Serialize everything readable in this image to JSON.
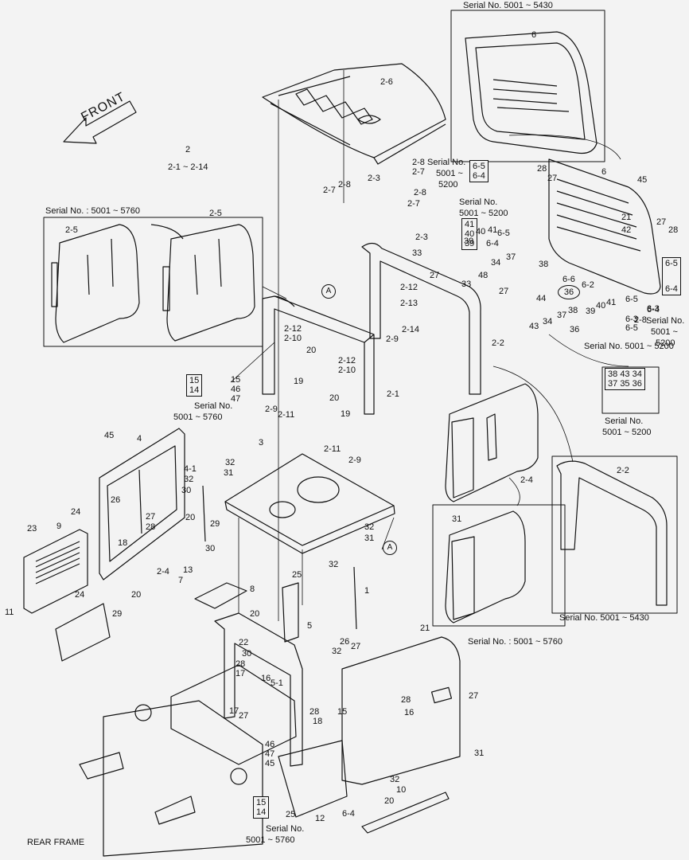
{
  "title_front": "FRONT",
  "footer_label": "REAR FRAME",
  "callout_A": "A",
  "callout_36": "36",
  "serials": {
    "s5430_top": "Serial No. 5001 ~ 5430",
    "s5430_bottom": "Serial No. 5001 ~ 5430",
    "s5760_panel": "Serial No. : 5001 ~ 5760",
    "s5760_bottom": "Serial No. : 5001 ~ 5760",
    "s5200_a_line1": "Serial No.",
    "s5200_a_line2": "5001 ~",
    "s5200_a_line3": "5200",
    "s5200_b": "Serial No. 5001 ~ 5200",
    "s5200_c_line1": "Serial No.",
    "s5200_c_line2": "5001 ~ 5200",
    "s5200_d_line1": "Serial No.",
    "s5200_d_line2": "5001 ~ 5200",
    "s5200_e_line1": "Serial No.",
    "s5200_e_line2": "5001 ~",
    "s5200_e_line3": "5200",
    "s5760_mid_line1": "Serial No.",
    "s5760_mid_line2": "5001 ~ 5760",
    "s5760_low_line1": "Serial No.",
    "s5760_low_line2": "5001 ~ 5760"
  },
  "group_ref": {
    "parent": "2",
    "range": "2-1  ~  2-14"
  },
  "box_labels": {
    "b15_14_mid": [
      "15",
      "14"
    ],
    "b15_14_low": [
      "15",
      "14"
    ],
    "b6_5_6_4_top": [
      "6-5",
      "6-4"
    ],
    "b6_5_6_4_right": [
      "6-5",
      "6-4"
    ],
    "b40_41_39_top": [
      "41",
      "40",
      "39"
    ],
    "b43_38_inset": [
      "38",
      "43",
      "34",
      "37",
      "35",
      "36"
    ]
  },
  "labels": [
    "6",
    "2-6",
    "2",
    "2-8",
    "2-7",
    "2-3",
    "2-7",
    "2-8",
    "2-8",
    "2-7",
    "6",
    "45",
    "28",
    "27",
    "2-5",
    "2-5",
    "2-3",
    "6-5",
    "6-4",
    "21",
    "27",
    "28",
    "42",
    "40",
    "41",
    "39",
    "33",
    "27",
    "37",
    "38",
    "43",
    "34",
    "48",
    "33",
    "6-6",
    "6-2",
    "2-12",
    "2-13",
    "44",
    "39",
    "40",
    "41",
    "6-5",
    "6-3",
    "6-4",
    "A",
    "2-12",
    "2-10",
    "27",
    "2-2",
    "43",
    "34",
    "37",
    "38",
    "36",
    "20",
    "2-12",
    "2-10",
    "19",
    "2-14",
    "2-9",
    "15",
    "46",
    "47",
    "2-9",
    "2-11",
    "20",
    "2-1",
    "19",
    "45",
    "4",
    "3",
    "2-11",
    "2-9",
    "4-1",
    "32",
    "31",
    "32",
    "30",
    "26",
    "24",
    "23",
    "9",
    "27",
    "28",
    "20",
    "29",
    "32",
    "31",
    "2-4",
    "2-2",
    "30",
    "32",
    "13",
    "2-4",
    "31",
    "18",
    "20",
    "7",
    "8",
    "25",
    "24",
    "11",
    "29",
    "1",
    "20",
    "5",
    "21",
    "22",
    "30",
    "26",
    "32",
    "27",
    "28",
    "17",
    "16",
    "5-1",
    "27",
    "28",
    "16",
    "17",
    "27",
    "28",
    "18",
    "15",
    "46",
    "47",
    "45",
    "31",
    "32",
    "10",
    "25",
    "12",
    "20",
    "6-4",
    "6-3",
    "6-5",
    "2-8",
    "2-7"
  ]
}
